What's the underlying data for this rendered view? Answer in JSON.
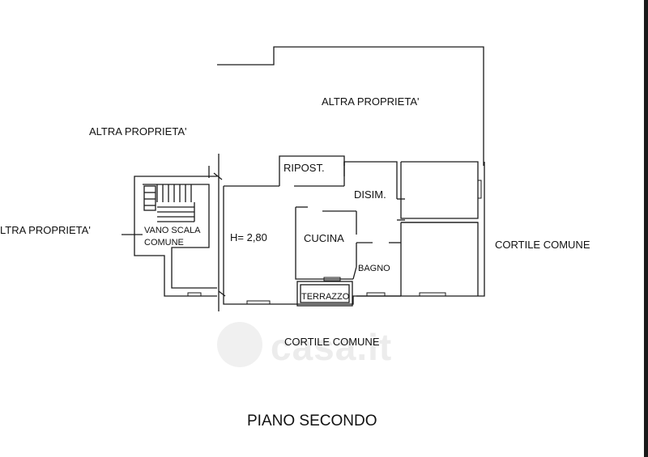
{
  "labels": {
    "altra_top_right": "ALTRA PROPRIETA'",
    "altra_top_left": "ALTRA PROPRIETA'",
    "altra_left": "LTRA PROPRIETA'",
    "vano_line1": "VANO SCALA",
    "vano_line2": "COMUNE",
    "ripost": "RIPOST.",
    "disim": "DISIM.",
    "height": "H= 2,80",
    "cucina": "CUCINA",
    "bagno": "BAGNO",
    "terrazzo": "TERRAZZO",
    "cortile_right": "CORTILE COMUNE",
    "cortile_bottom": "CORTILE COMUNE",
    "floor_title": "PIANO SECONDO"
  },
  "watermark": {
    "text": "casa.it"
  },
  "colors": {
    "line": "#1a1a1a",
    "watermark": "#ececec",
    "background": "#ffffff"
  }
}
